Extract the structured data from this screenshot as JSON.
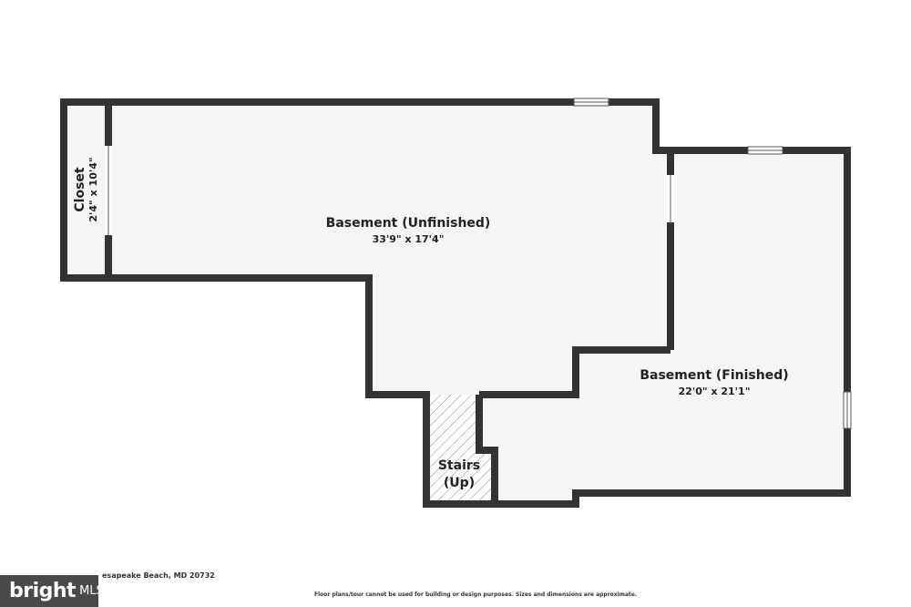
{
  "rooms": {
    "closet": {
      "name": "Closet",
      "dimensions": "2'4\" x 10'4\""
    },
    "unfinished": {
      "name": "Basement (Unfinished)",
      "dimensions": "33'9\" x 17'4\""
    },
    "finished": {
      "name": "Basement (Finished)",
      "dimensions": "22'0\" x 21'1\""
    },
    "stairs": {
      "line1": "Stairs",
      "line2": "(Up)"
    }
  },
  "footer": {
    "address": "esapeake Beach, MD 20732",
    "disclaimer": "Floor plans/tour cannot be used for building or design purposes. Sizes and dimensions are approximate.",
    "brand": "bright",
    "brand_suffix": "MLS"
  },
  "colors": {
    "wall": "#333333",
    "floor": "#f5f5f5",
    "badge": "#4a4a4a"
  }
}
